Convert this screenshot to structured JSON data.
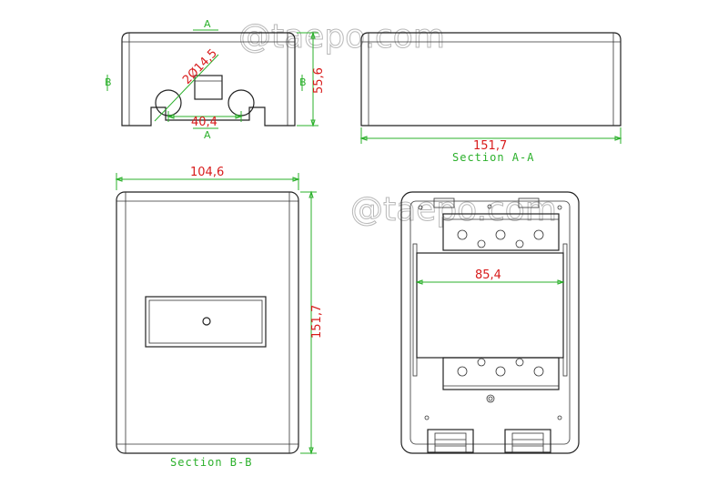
{
  "watermarks": [
    "@taepo.com",
    "@taepo.com"
  ],
  "section_letters": {
    "top_a": "A",
    "bottom_a": "A",
    "left_b": "B",
    "right_b": "B"
  },
  "dimensions": {
    "hole_diameter": "2Ø14,5",
    "hole_spacing": "40,4",
    "height": "55,6",
    "length_a": "151,7",
    "width": "104,6",
    "length_b": "151,7",
    "inner_width": "85,4"
  },
  "captions": {
    "section_aa": "Section A-A",
    "section_bb": "Section B-B"
  },
  "colors": {
    "dimension": "#2bb02b",
    "dimension_text": "#d81b1b",
    "outline": "#222222",
    "watermark": "#b9b9b9"
  }
}
